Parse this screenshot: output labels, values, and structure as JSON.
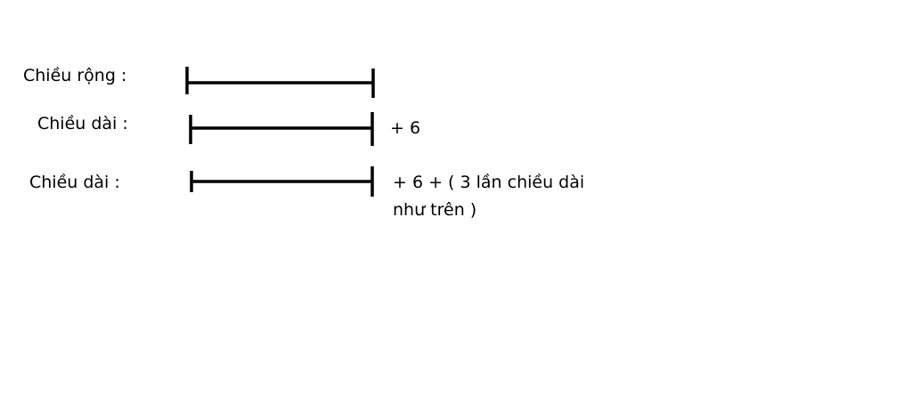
{
  "rows": [
    {
      "label": "Chiều rộng :"
    },
    {
      "label": "Chiều dài :",
      "note": "+ 6"
    },
    {
      "label": "Chiều dài :",
      "note_line1": "+ 6 + ( 3 lần chiều dài",
      "note_line2": "như trên )"
    }
  ],
  "colors": {
    "ink": "#000000",
    "background": "#ffffff"
  }
}
